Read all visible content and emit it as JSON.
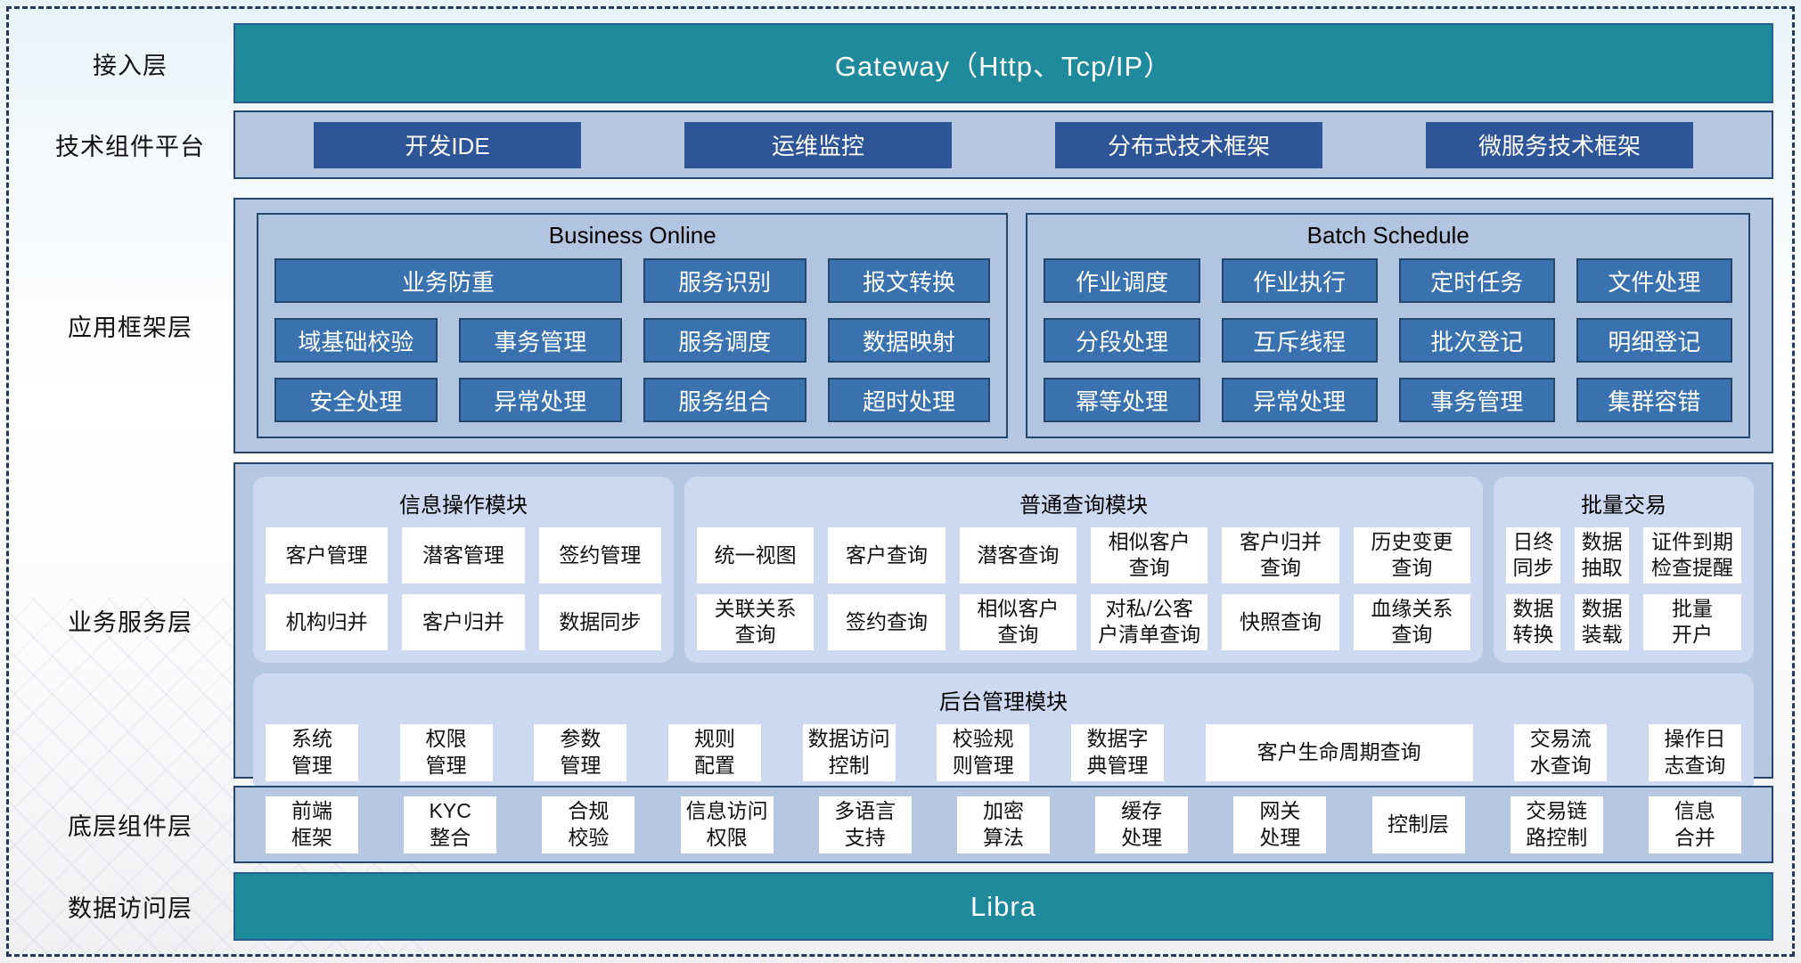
{
  "colors": {
    "teal": "#1E8A9C",
    "navy_border": "#24466B",
    "dark_blue_button": "#2E5597",
    "steel_blue_button": "#3A72B0",
    "container_fill": "#B5C7E1",
    "panel_fill": "#CCD9F0",
    "white_button": "#FFFFFF"
  },
  "layers": {
    "access": {
      "label": "接入层",
      "bar": "Gateway（Http、Tcp/IP）"
    },
    "tech_platform": {
      "label": "技术组件平台",
      "items": [
        "开发IDE",
        "运维监控",
        "分布式技术框架",
        "微服务技术框架"
      ]
    },
    "app_framework": {
      "label": "应用框架层",
      "panels": [
        {
          "title": "Business Online",
          "row1": [
            "业务防重",
            "服务识别",
            "报文转换"
          ],
          "row2": [
            "域基础校验",
            "事务管理",
            "服务调度",
            "数据映射"
          ],
          "row3": [
            "安全处理",
            "异常处理",
            "服务组合",
            "超时处理"
          ]
        },
        {
          "title": "Batch Schedule",
          "row1": [
            "作业调度",
            "作业执行",
            "定时任务",
            "文件处理"
          ],
          "row2": [
            "分段处理",
            "互斥线程",
            "批次登记",
            "明细登记"
          ],
          "row3": [
            "幂等处理",
            "异常处理",
            "事务管理",
            "集群容错"
          ]
        }
      ]
    },
    "business_service": {
      "label": "业务服务层",
      "modules": [
        {
          "title": "信息操作模块",
          "row1": [
            "客户管理",
            "潜客管理",
            "签约管理"
          ],
          "row2": [
            "机构归并",
            "客户归并",
            "数据同步"
          ]
        },
        {
          "title": "普通查询模块",
          "row1": [
            "统一视图",
            "客户查询",
            "潜客查询",
            "相似客户\n查询",
            "客户归并\n查询",
            "历史变更\n查询"
          ],
          "row2": [
            "关联关系\n查询",
            "签约查询",
            "相似客户\n查询",
            "对私/公客\n户清单查询",
            "快照查询",
            "血缘关系\n查询"
          ]
        },
        {
          "title": "批量交易",
          "row1": [
            "日终\n同步",
            "数据\n抽取",
            "证件到期\n检查提醒"
          ],
          "row2": [
            "数据\n转换",
            "数据\n装载",
            "批量\n开户"
          ]
        },
        {
          "title": "后台管理模块",
          "row1": [
            "系统\n管理",
            "权限\n管理",
            "参数\n管理",
            "规则\n配置",
            "数据访问\n控制",
            "校验规\n则管理",
            "数据字\n典管理",
            "客户生命周期查询",
            "交易流\n水查询",
            "操作日\n志查询"
          ]
        }
      ]
    },
    "base_components": {
      "label": "底层组件层",
      "items": [
        "前端\n框架",
        "KYC\n整合",
        "合规\n校验",
        "信息访问\n权限",
        "多语言\n支持",
        "加密\n算法",
        "缓存\n处理",
        "网关\n处理",
        "控制层",
        "交易链\n路控制",
        "信息\n合并"
      ]
    },
    "data_access": {
      "label": "数据访问层",
      "bar": "Libra"
    }
  }
}
